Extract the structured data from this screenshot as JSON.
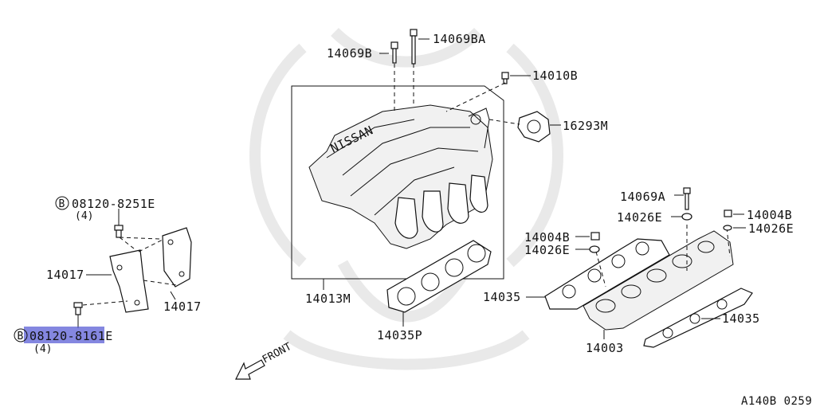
{
  "diagram": {
    "labels": {
      "p14069b": "14069B",
      "p14069ba": "14069BA",
      "p14010b": "14010B",
      "p16293m": "16293M",
      "p14013m": "14013M",
      "p14035p": "14035P",
      "p14069a": "14069A",
      "p14026e_top": "14026E",
      "p14004b_right": "14004B",
      "p14026e_right": "14026E",
      "p14004b_left": "14004B",
      "p14026e_left": "14026E",
      "p14035_left": "14035",
      "p14035_right": "14035",
      "p14003": "14003",
      "bolt_top_symbol": "B",
      "bolt_top": "08120-8251E",
      "bolt_top_qty": "(4)",
      "p14017_left": "14017",
      "p14017_right": "14017",
      "bolt_bottom_symbol": "B",
      "bolt_bottom": "08120-8161E",
      "bolt_bottom_qty": "(4)",
      "front": "FRONT",
      "manifold_brand": "NISSAN",
      "catalog_code": "A140B 0259"
    },
    "highlight_color": "#5b5fd6"
  }
}
